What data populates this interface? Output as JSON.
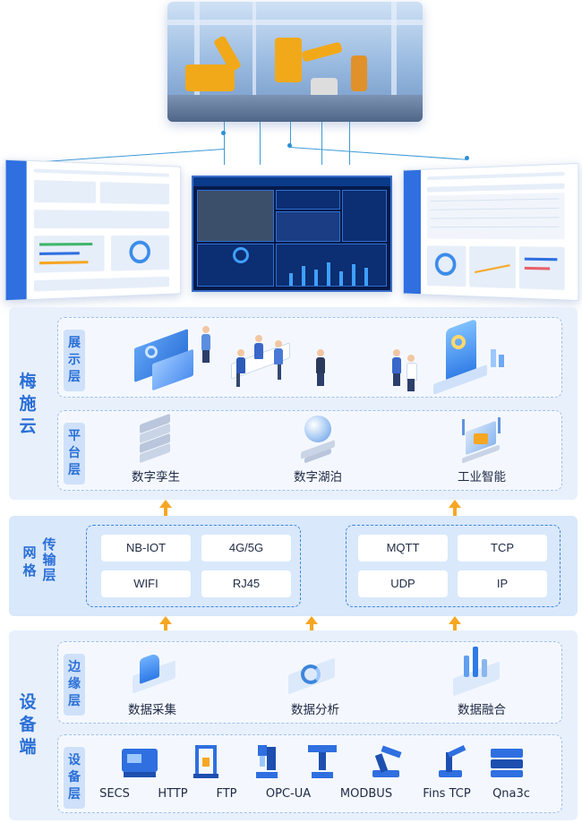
{
  "cloud": {
    "title": "梅施云",
    "display_layer": {
      "label": "展示层"
    },
    "platform_layer": {
      "label": "平台层",
      "items": [
        "数字孪生",
        "数字湖泊",
        "工业智能"
      ]
    }
  },
  "network": {
    "title": "网格",
    "layer_label": "传输层",
    "group_left": [
      "NB-IOT",
      "4G/5G",
      "WIFI",
      "RJ45"
    ],
    "group_right": [
      "MQTT",
      "TCP",
      "UDP",
      "IP"
    ]
  },
  "device": {
    "title": "设备端",
    "edge_layer": {
      "label": "边缘层",
      "items": [
        "数据采集",
        "数据分析",
        "数据融合"
      ]
    },
    "device_layer": {
      "label": "设备层",
      "items": [
        "SECS",
        "HTTP",
        "FTP",
        "OPC-UA",
        "MODBUS",
        "Fins TCP",
        "Qna3c"
      ]
    }
  },
  "colors": {
    "accent": "#2a6fd6",
    "arrow": "#f6a623",
    "section_bg": "#e8f0fc",
    "network_bg": "#d9e8fb",
    "big_screen_bg": "#061a4a"
  }
}
